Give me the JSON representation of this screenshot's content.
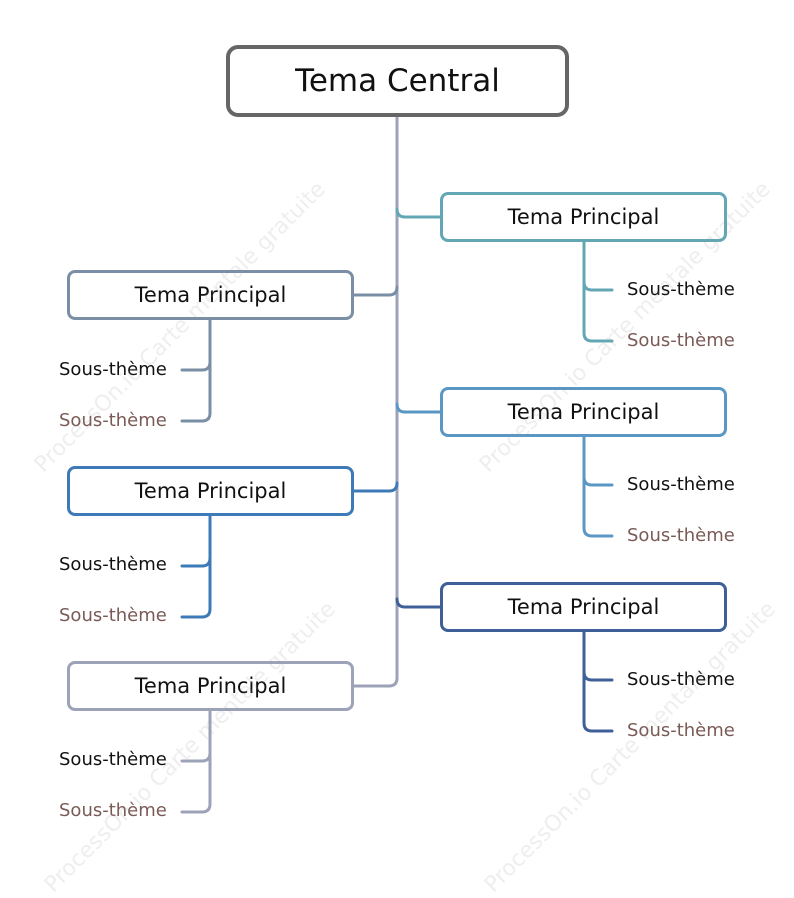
{
  "central": {
    "label": "Tema Central",
    "color": "#666666"
  },
  "branches": [
    {
      "side": "left",
      "label": "Tema Principal",
      "color": "#7a8fa6",
      "subs": [
        "Sous-thème",
        "Sous-thème"
      ]
    },
    {
      "side": "left",
      "label": "Tema Principal",
      "color": "#3e79b8",
      "subs": [
        "Sous-thème",
        "Sous-thème"
      ]
    },
    {
      "side": "left",
      "label": "Tema Principal",
      "color": "#9ca3b8",
      "subs": [
        "Sous-thème",
        "Sous-thème"
      ]
    },
    {
      "side": "right",
      "label": "Tema Principal",
      "color": "#63a7b4",
      "subs": [
        "Sous-thème",
        "Sous-thème"
      ]
    },
    {
      "side": "right",
      "label": "Tema Principal",
      "color": "#5a97c4",
      "subs": [
        "Sous-thème",
        "Sous-thème"
      ]
    },
    {
      "side": "right",
      "label": "Tema Principal",
      "color": "#3f5f99",
      "subs": [
        "Sous-thème",
        "Sous-thème"
      ]
    }
  ],
  "trunk_color": "#9ca3b8",
  "watermark": "ProcessOn.io Carte mentale gratuite"
}
